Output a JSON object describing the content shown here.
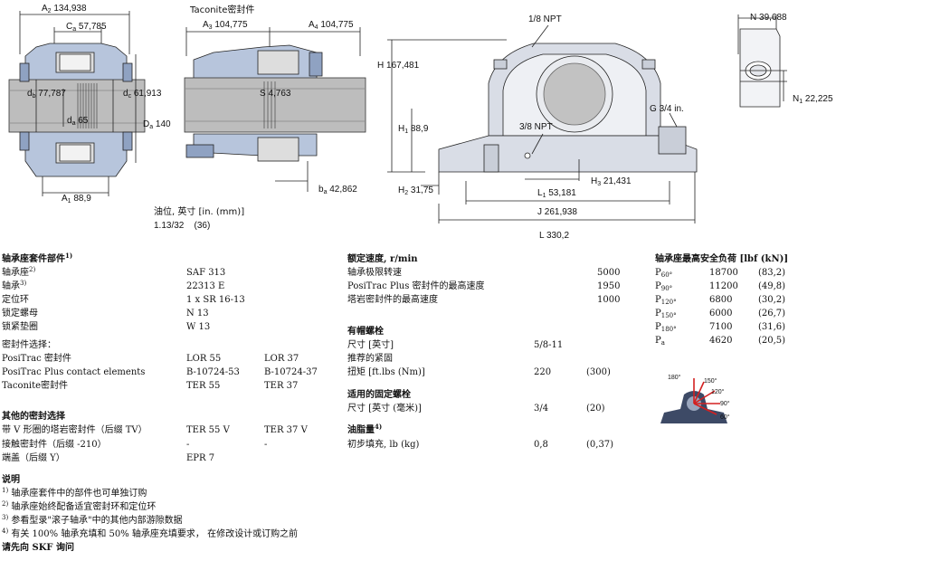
{
  "drawing": {
    "A2": "A",
    "A2_sub": "2",
    "A2_val": "134,938",
    "Ca": "C",
    "Ca_sub": "a",
    "Ca_val": "57,785",
    "db": "d",
    "db_sub": "b",
    "db_val": "77,787",
    "dc": "d",
    "dc_sub": "c",
    "dc_val": "61,913",
    "da": "d",
    "da_sub": "a",
    "da_val": "65",
    "Da": "D",
    "Da_sub": "a",
    "Da_val": "140",
    "A1": "A",
    "A1_sub": "1",
    "A1_val": "88,9",
    "taconite": "Taconite密封件",
    "A3": "A",
    "A3_sub": "3",
    "A3_val": "104,775",
    "A4": "A",
    "A4_sub": "4",
    "A4_val": "104,775",
    "S": "S",
    "S_val": "4,763",
    "ba": "b",
    "ba_sub": "a",
    "ba_val": "42,862",
    "oil_label": "油位, 英寸 [in. (mm)]",
    "oil_value": "1.13/32",
    "oil_mm": "(36)",
    "npt18": "1/8 NPT",
    "npt38": "3/8 NPT",
    "H": "H",
    "H_val": "167,481",
    "H1": "H",
    "H1_sub": "1",
    "H1_val": "88,9",
    "H2": "H",
    "H2_sub": "2",
    "H2_val": "31,75",
    "H3": "H",
    "H3_sub": "3",
    "H3_val": "21,431",
    "L1": "L",
    "L1_sub": "1",
    "L1_val": "53,181",
    "J": "J",
    "J_val": "261,938",
    "L": "L",
    "L_val": "330,2",
    "G": "G",
    "G_val": "3/4 in.",
    "N": "N",
    "N_val": "39,688",
    "N1": "N",
    "N1_sub": "1",
    "N1_val": "22,225",
    "angles": [
      "180°",
      "150°",
      "120°",
      "90°",
      "60°"
    ]
  },
  "kit": {
    "title": "轴承座套件部件",
    "title_sup": "1)",
    "rows": [
      {
        "label": "轴承座",
        "sup": "2)",
        "v1": "SAF 313"
      },
      {
        "label": "轴承",
        "sup": "3)",
        "v1": "22313 E"
      },
      {
        "label": "定位环",
        "sup": "",
        "v1": "1 x SR 16-13"
      },
      {
        "label": "锁定螺母",
        "sup": "",
        "v1": "N 13"
      },
      {
        "label": "锁紧垫圈",
        "sup": "",
        "v1": "W 13"
      }
    ],
    "seal_title": "密封件选择：",
    "seal_rows": [
      {
        "label": "PosiTrac 密封件",
        "v1": "LOR 55",
        "v2": "LOR 37"
      },
      {
        "label": "PosiTrac Plus contact elements",
        "v1": "B-10724-53",
        "v2": "B-10724-37"
      },
      {
        "label": "Taconite密封件",
        "v1": "TER 55",
        "v2": "TER 37"
      }
    ],
    "other_title": "其他的密封选择",
    "other_rows": [
      {
        "label": "带 V 形圈的塔岩密封件（后缀 TV）",
        "v1": "TER 55 V",
        "v2": "TER 37 V"
      },
      {
        "label": "接触密封件（后缀 -210）",
        "v1": "-",
        "v2": "-"
      },
      {
        "label": "端盖（后缀 Y）",
        "v1": "EPR 7",
        "v2": ""
      }
    ]
  },
  "speed": {
    "title": "额定速度, r/min",
    "rows": [
      {
        "label": "轴承极限转速",
        "val": "5000"
      },
      {
        "label": "PosiTrac Plus 密封件的最高速度",
        "val": "1950"
      },
      {
        "label": "塔岩密封件的最高速度",
        "val": "1000"
      }
    ]
  },
  "cap_bolts": {
    "title": "有帽螺栓",
    "size_label": "尺寸 [英寸]",
    "size_val": "5/8-11",
    "torque_title": "推荐的紧固",
    "torque_label": "扭矩 [ft.lbs (Nm)]",
    "torque_val": "220",
    "torque_nm": "(300)"
  },
  "fix_bolts": {
    "title": "适用的固定螺栓",
    "size_label": "尺寸 [英寸 (毫米)]",
    "size_val": "3/4",
    "size_mm": "(20)"
  },
  "grease": {
    "title": "油脂量",
    "title_sup": "4)",
    "label": "初步填充, lb (kg)",
    "val": "0,8",
    "kg": "(0,37)"
  },
  "load": {
    "title": "轴承座最高安全负荷 [lbf (kN)]",
    "rows": [
      {
        "p": "P",
        "sub": "60°",
        "lbf": "18700",
        "kn": "(83,2)"
      },
      {
        "p": "P",
        "sub": "90°",
        "lbf": "11200",
        "kn": "(49,8)"
      },
      {
        "p": "P",
        "sub": "120°",
        "lbf": "6800",
        "kn": "(30,2)"
      },
      {
        "p": "P",
        "sub": "150°",
        "lbf": "6000",
        "kn": "(26,7)"
      },
      {
        "p": "P",
        "sub": "180°",
        "lbf": "7100",
        "kn": "(31,6)"
      },
      {
        "p": "P",
        "sub": "a",
        "lbf": "4620",
        "kn": "(20,5)"
      }
    ]
  },
  "notes": {
    "title": "说明",
    "items": [
      {
        "sup": "1)",
        "text": "轴承座套件中的部件也可单独订购"
      },
      {
        "sup": "2)",
        "text": "轴承座始终配备适宜密封环和定位环"
      },
      {
        "sup": "3)",
        "text": "参看型录\"滚子轴承\"中的其他内部游隙数据"
      },
      {
        "sup": "4)",
        "text": "有关 100% 轴承充填和 50% 轴承座充填要求， 在修改设计或订购之前"
      }
    ],
    "footer": "请先向 SKF 询问"
  },
  "colors": {
    "housing": "#b7c5dc",
    "housing_dark": "#8fa2c2",
    "shaft": "#b9b9b9",
    "line": "#222222"
  }
}
